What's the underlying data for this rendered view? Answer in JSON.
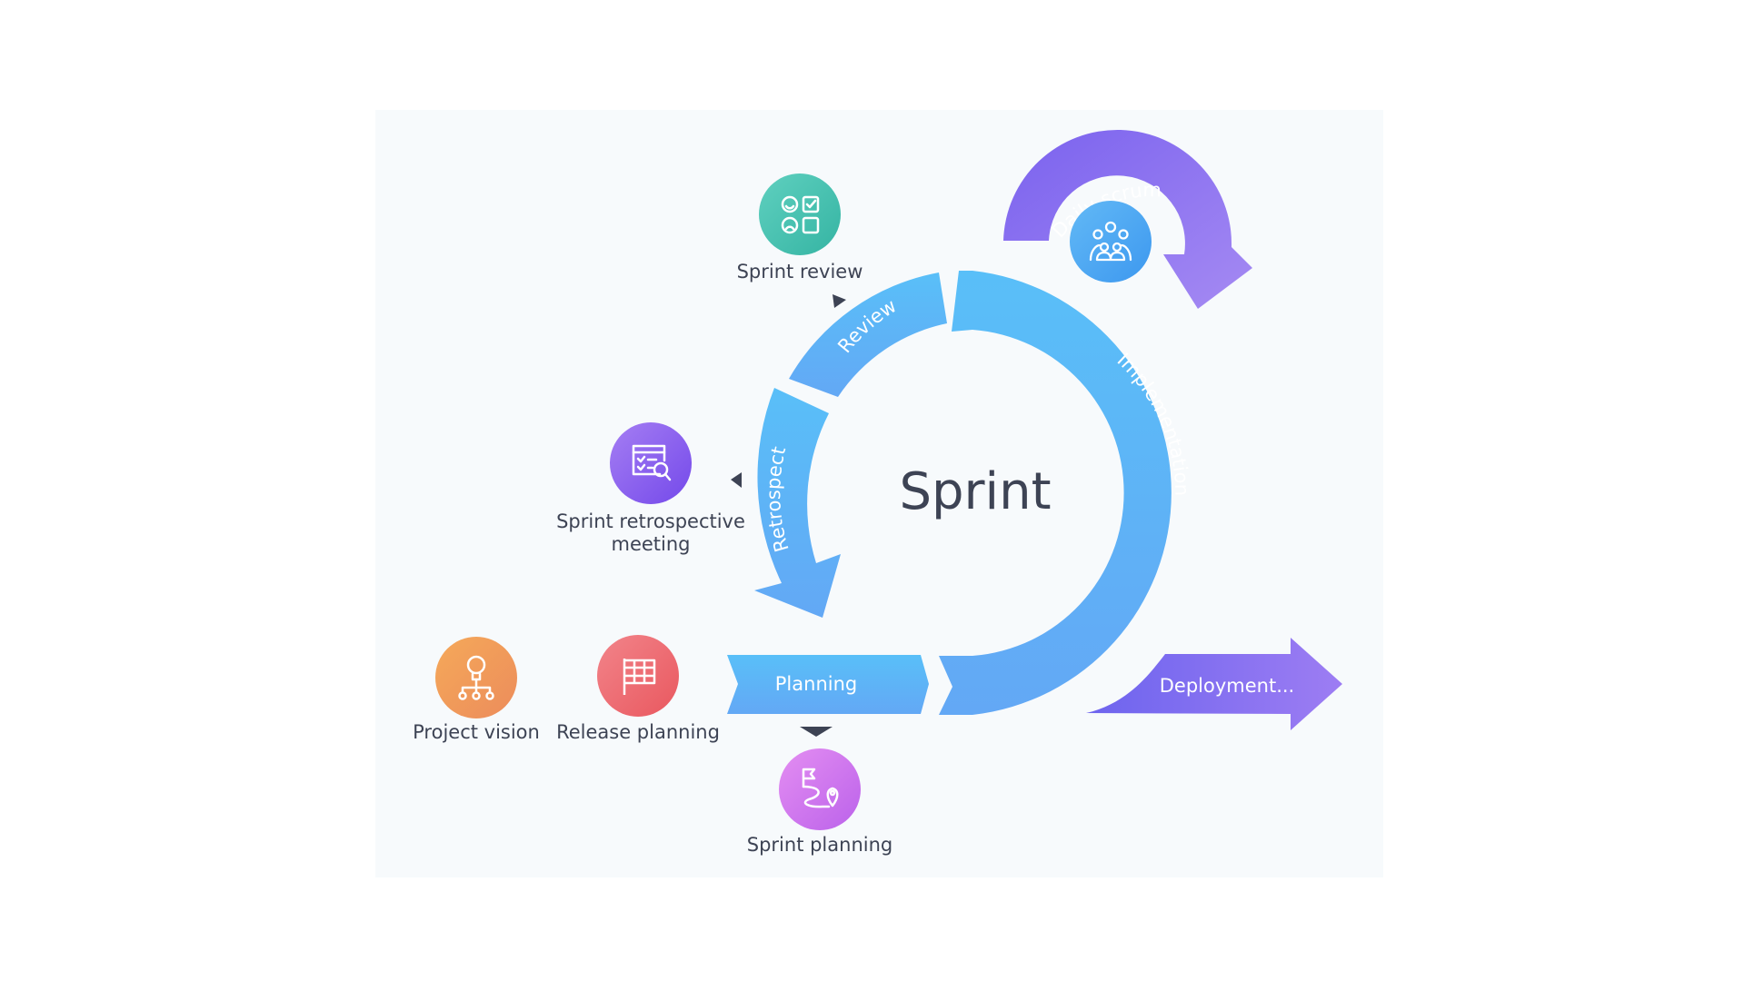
{
  "center": {
    "title": "Sprint"
  },
  "arcs": {
    "implementation": "Implementation",
    "review": "Review",
    "retrospect": "Retrospect",
    "planning": "Planning",
    "daily_scrum": "Daily scrum",
    "deployment": "Deployment..."
  },
  "nodes": {
    "project_vision": "Project vision",
    "release_planning": "Release planning",
    "sprint_planning": "Sprint planning",
    "sprint_review": "Sprint review",
    "retro_line1": "Sprint retrospective",
    "retro_line2": "meeting"
  },
  "icons": {
    "project_vision": "lightbulb-hierarchy-icon",
    "release_planning": "checkered-flag-icon",
    "sprint_planning": "route-map-icon",
    "sprint_review": "feedback-checklist-icon",
    "retrospective": "report-search-icon",
    "daily_scrum": "team-icon"
  },
  "colors": {
    "sprint_blue": "#5db4f7",
    "scrum_purple": "#8f6ef0",
    "project_vision": "#f09a59",
    "release_planning": "#ee6c73",
    "sprint_planning": "#cf72ec",
    "sprint_review": "#47c2b0",
    "retrospective": "#8c60ee",
    "daily_scrum": "#4ea8f2"
  }
}
